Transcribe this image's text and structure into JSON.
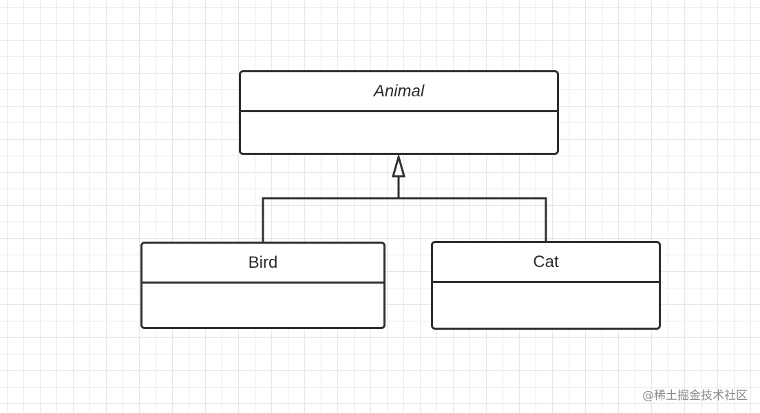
{
  "diagram": {
    "type": "uml-class-inheritance",
    "colors": {
      "stroke": "#2f2f2f",
      "text": "#2b2b2b",
      "grid": "#e7e7e7",
      "background": "#ffffff"
    },
    "classes": {
      "animal": {
        "name": "Animal",
        "abstract": true
      },
      "bird": {
        "name": "Bird",
        "abstract": false
      },
      "cat": {
        "name": "Cat",
        "abstract": false
      }
    },
    "relations": [
      {
        "from": "Bird",
        "to": "Animal",
        "kind": "generalization"
      },
      {
        "from": "Cat",
        "to": "Animal",
        "kind": "generalization"
      }
    ]
  },
  "watermark": "@稀土掘金技术社区"
}
